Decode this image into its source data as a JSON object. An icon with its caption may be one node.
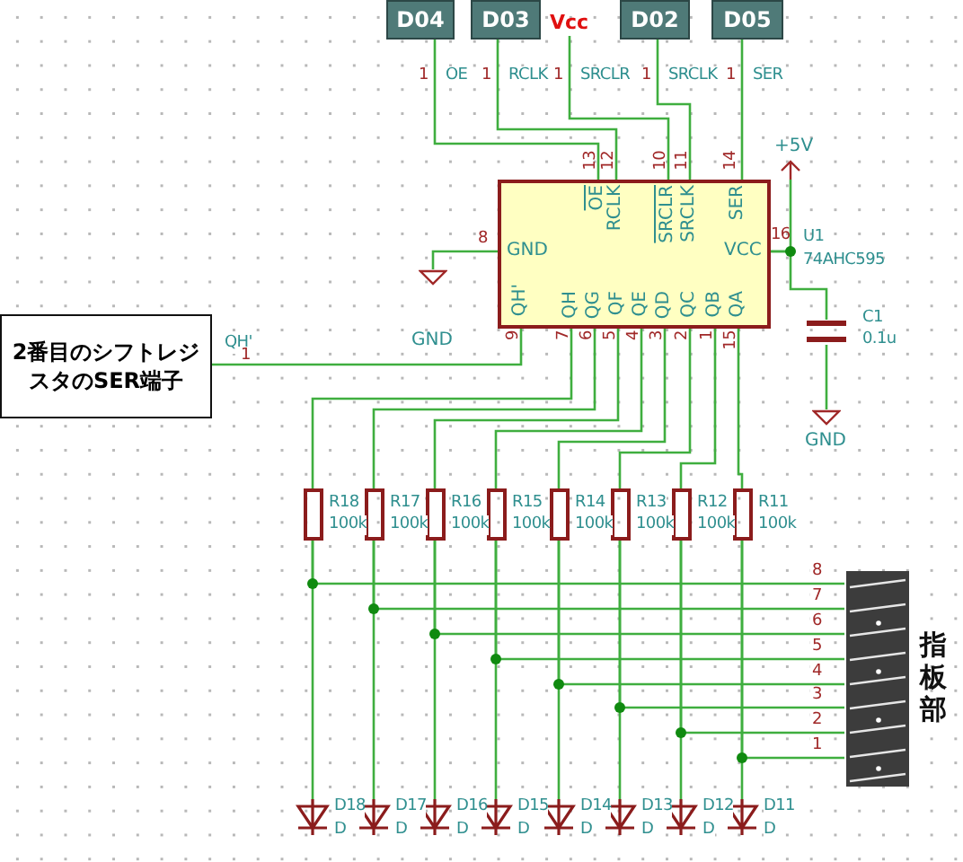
{
  "diagram": {
    "nodes": [
      {
        "text": [
          "D04"
        ]
      },
      {
        "text": [
          "D03"
        ]
      },
      {
        "text": [
          "Vcc"
        ]
      },
      {
        "text": [
          "D02"
        ]
      },
      {
        "text": [
          "D05"
        ]
      },
      {
        "text": [
          "+5V"
        ]
      },
      {
        "text": [
          "OE",
          "RCLK",
          "SRCLR",
          "SRCLK",
          "SER",
          "GND",
          "VCC",
          "QH'",
          "QH",
          "QG",
          "QF",
          "QE",
          "QD",
          "QC",
          "QB",
          "QA"
        ],
        "beside": [
          "U1",
          "74AHC595"
        ]
      },
      {
        "text": [
          "GND"
        ]
      },
      {
        "text": [],
        "shape": "capacitor",
        "beside": [
          "C1",
          "0.1u"
        ]
      },
      {
        "text": [
          "2番目のシフトレジスタのSER端子"
        ]
      },
      {
        "text": [
          "GND"
        ]
      },
      {
        "text": [],
        "shape": "resistor",
        "beside": [
          "R18",
          "100k"
        ]
      },
      {
        "text": [],
        "shape": "resistor",
        "beside": [
          "R17",
          "100k"
        ]
      },
      {
        "text": [],
        "shape": "resistor",
        "beside": [
          "R16",
          "100k"
        ]
      },
      {
        "text": [],
        "shape": "resistor",
        "beside": [
          "R15",
          "100k"
        ]
      },
      {
        "text": [],
        "shape": "resistor",
        "beside": [
          "R14",
          "100k"
        ]
      },
      {
        "text": [],
        "shape": "resistor",
        "beside": [
          "R13",
          "100k"
        ]
      },
      {
        "text": [],
        "shape": "resistor",
        "beside": [
          "R12",
          "100k"
        ]
      },
      {
        "text": [],
        "shape": "resistor",
        "beside": [
          "R11",
          "100k"
        ]
      },
      {
        "text": [],
        "shape": "picture",
        "beside": [
          "指板部"
        ]
      },
      {
        "text": [],
        "shape": "diode",
        "beside": [
          "D18",
          "D"
        ]
      },
      {
        "text": [],
        "shape": "diode",
        "beside": [
          "D17",
          "D"
        ]
      },
      {
        "text": [],
        "shape": "diode",
        "beside": [
          "D16",
          "D"
        ]
      },
      {
        "text": [],
        "shape": "diode",
        "beside": [
          "D15",
          "D"
        ]
      },
      {
        "text": [],
        "shape": "diode",
        "beside": [
          "D14",
          "D"
        ]
      },
      {
        "text": [],
        "shape": "diode",
        "beside": [
          "D13",
          "D"
        ]
      },
      {
        "text": [],
        "shape": "diode",
        "beside": [
          "D12",
          "D"
        ]
      },
      {
        "text": [],
        "shape": "diode",
        "beside": [
          "D11",
          "D"
        ]
      }
    ],
    "edges": [
      {
        "from": 0,
        "to": 6,
        "arrow": "none",
        "label": "OE"
      },
      {
        "from": 1,
        "to": 6,
        "arrow": "none",
        "label": "RCLK"
      },
      {
        "from": 2,
        "to": 6,
        "arrow": "none",
        "label": "SRCLR"
      },
      {
        "from": 3,
        "to": 6,
        "arrow": "none",
        "label": "SRCLK"
      },
      {
        "from": 4,
        "to": 6,
        "arrow": "none",
        "label": "SER"
      },
      {
        "from": 6,
        "to": 7,
        "arrow": "none"
      },
      {
        "from": 6,
        "to": 5,
        "arrow": "none"
      },
      {
        "from": 6,
        "to": 8,
        "arrow": "none"
      },
      {
        "from": 8,
        "to": 10,
        "arrow": "none"
      },
      {
        "from": 9,
        "to": 6,
        "arrow": "none",
        "label": "QH'"
      },
      {
        "from": 6,
        "to": 11,
        "arrow": "none"
      },
      {
        "from": 6,
        "to": 12,
        "arrow": "none"
      },
      {
        "from": 6,
        "to": 13,
        "arrow": "none"
      },
      {
        "from": 6,
        "to": 14,
        "arrow": "none"
      },
      {
        "from": 6,
        "to": 15,
        "arrow": "none"
      },
      {
        "from": 6,
        "to": 16,
        "arrow": "none"
      },
      {
        "from": 6,
        "to": 17,
        "arrow": "none"
      },
      {
        "from": 6,
        "to": 18,
        "arrow": "none"
      },
      {
        "from": 11,
        "to": 20,
        "arrow": "none"
      },
      {
        "from": 12,
        "to": 21,
        "arrow": "none"
      },
      {
        "from": 13,
        "to": 22,
        "arrow": "none"
      },
      {
        "from": 14,
        "to": 23,
        "arrow": "none"
      },
      {
        "from": 15,
        "to": 24,
        "arrow": "none"
      },
      {
        "from": 16,
        "to": 25,
        "arrow": "none"
      },
      {
        "from": 17,
        "to": 26,
        "arrow": "none"
      },
      {
        "from": 18,
        "to": 27,
        "arrow": "none"
      },
      {
        "from": 11,
        "to": 19,
        "arrow": "none",
        "label": "8"
      },
      {
        "from": 12,
        "to": 19,
        "arrow": "none",
        "label": "7"
      },
      {
        "from": 13,
        "to": 19,
        "arrow": "none",
        "label": "6"
      },
      {
        "from": 14,
        "to": 19,
        "arrow": "none",
        "label": "5"
      },
      {
        "from": 15,
        "to": 19,
        "arrow": "none",
        "label": "4"
      },
      {
        "from": 16,
        "to": 19,
        "arrow": "none",
        "label": "3"
      },
      {
        "from": 17,
        "to": 19,
        "arrow": "none",
        "label": "2"
      },
      {
        "from": 18,
        "to": 19,
        "arrow": "none",
        "label": "1"
      }
    ],
    "labels": [
      "1",
      "1",
      "1",
      "1",
      "1",
      "13",
      "12",
      "10",
      "11",
      "14",
      "8",
      "16",
      "1",
      "9",
      "7",
      "6",
      "5",
      "4",
      "3",
      "2",
      "1",
      "15"
    ]
  }
}
